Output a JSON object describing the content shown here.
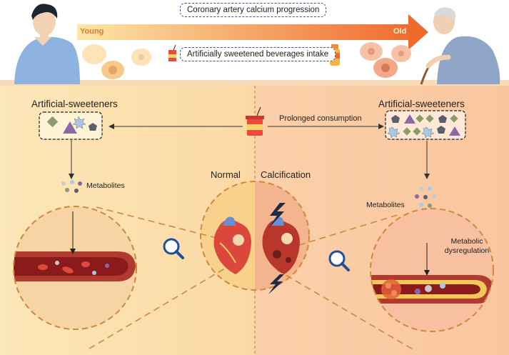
{
  "top": {
    "title_box": "Coronary artery calcium progression",
    "beverage_box": "Artificially sweetened beverages intake",
    "arrow_start": "Young",
    "arrow_end": "Old"
  },
  "left_panel": {
    "heading": "Artificial-sweeteners",
    "metabolites": "Metabolites"
  },
  "right_panel": {
    "heading": "Artificial-sweeteners",
    "metabolites": "Metabolites",
    "dysregulation": "Metabolic dysregulation"
  },
  "center": {
    "prolonged": "Prolonged consumption",
    "normal": "Normal",
    "calcification": "Calcification"
  },
  "colors": {
    "left_bg": "#fbe2a8",
    "right_bg": "#f9caa4",
    "circle_left": "#f5cf8a",
    "circle_right": "#f3b98e",
    "dash": "#d2873a",
    "artery": "#8b1a1a",
    "arrow_grad_start": "#fbd58a",
    "arrow_grad_end": "#f07a3a"
  }
}
